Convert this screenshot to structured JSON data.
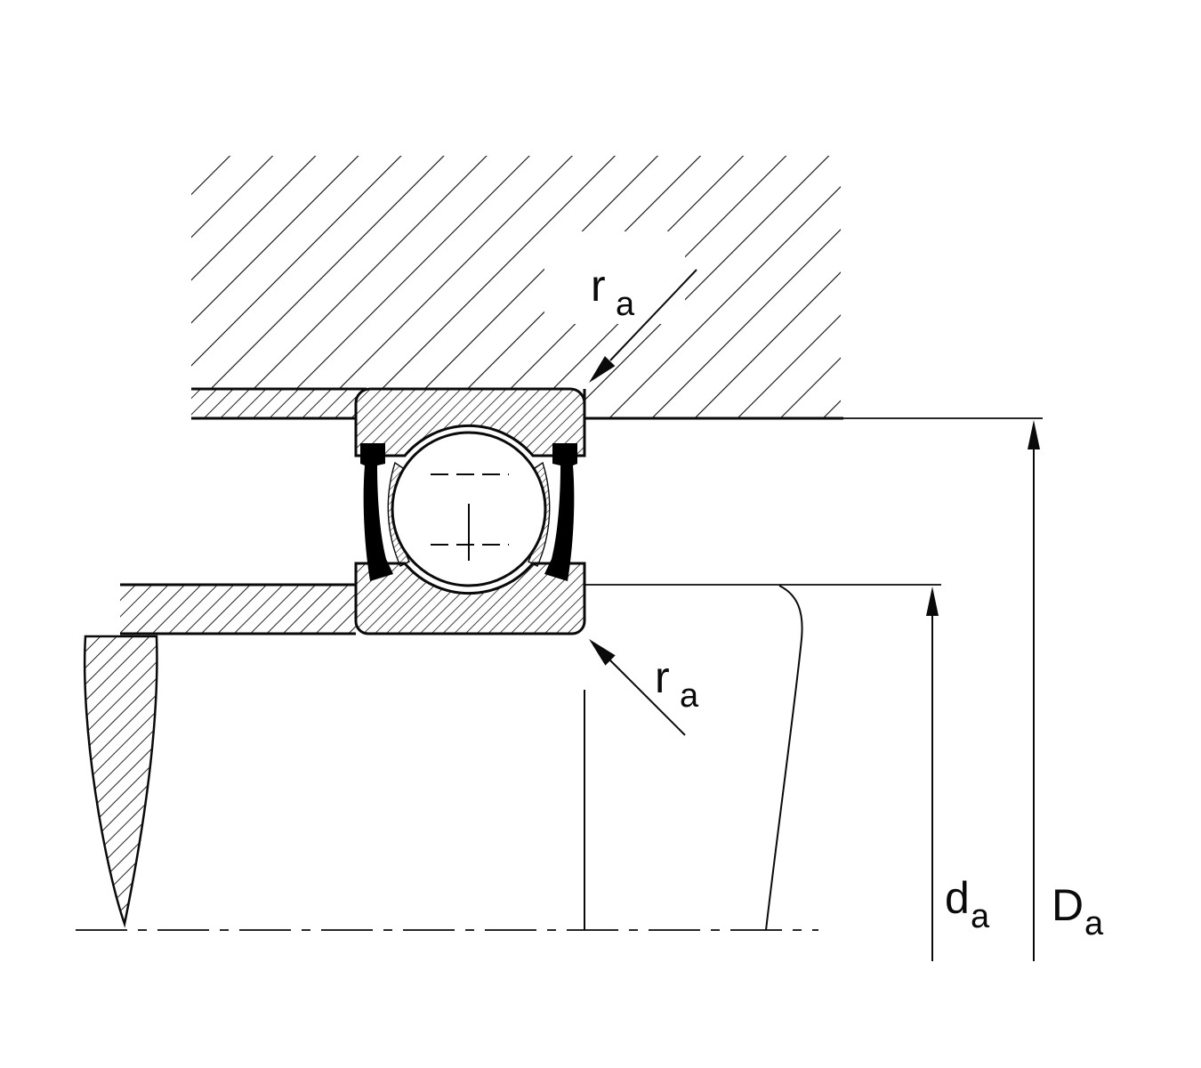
{
  "diagram": {
    "background_color": "#ffffff",
    "line_color": "#0a0a0a",
    "seal_color": "#000000",
    "labels": {
      "ra_top": {
        "main": "r",
        "sub": "a"
      },
      "ra_bottom": {
        "main": "r",
        "sub": "a"
      },
      "da": {
        "main": "d",
        "sub": "a"
      },
      "Da": {
        "main": "D",
        "sub": "a"
      }
    }
  }
}
